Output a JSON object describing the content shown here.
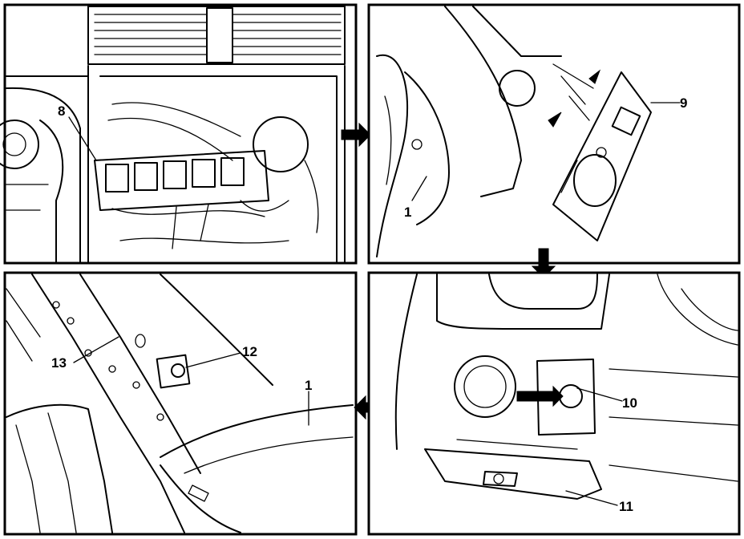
{
  "panels": [
    {
      "id": "top-left",
      "callouts": [
        "8"
      ]
    },
    {
      "id": "top-right",
      "callouts": [
        "1",
        "9"
      ]
    },
    {
      "id": "bottom-left",
      "callouts": [
        "12",
        "13",
        "1"
      ]
    },
    {
      "id": "bottom-right",
      "callouts": [
        "10",
        "11"
      ]
    }
  ],
  "labels": {
    "tl_8": "8",
    "tr_1": "1",
    "tr_9": "9",
    "bl_12": "12",
    "bl_13": "13",
    "bl_1": "1",
    "br_10": "10",
    "br_11": "11"
  },
  "flow_arrows": [
    "right",
    "down",
    "left"
  ],
  "colors": {
    "line": "#000000",
    "background": "#ffffff"
  }
}
